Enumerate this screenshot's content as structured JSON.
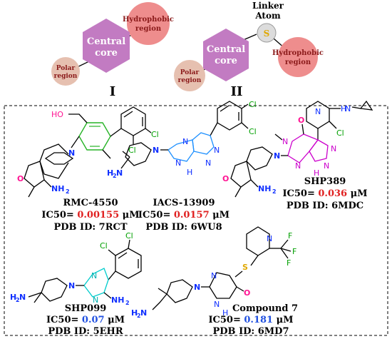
{
  "scaffold_I": {
    "core": "Central core",
    "hydrophobic": "Hydrophobic region",
    "polar": "Polar region",
    "label": "I"
  },
  "scaffold_II": {
    "linker_title_1": "Linker",
    "linker_title_2": "Atom",
    "linker_atom": "S",
    "core": "Central core",
    "hydrophobic": "Hydrophobic region",
    "polar": "Polar region",
    "label": "II"
  },
  "colors": {
    "core_fill": "#c27bc2",
    "hydrophobic_fill": "#ee8d8d",
    "polar_fill": "#e6c0b0",
    "linker_fill": "#dcdcdc",
    "linker_text": "#e0a800",
    "ic50_red": "#e02020",
    "ic50_blue": "#2050e0"
  },
  "compounds": [
    {
      "name": "RMC-4550",
      "ic50_prefix": "IC50= ",
      "ic50_value": "0.00155",
      "ic50_unit": " μM",
      "pdb": "PDB ID: 7RCT",
      "value_color": "red"
    },
    {
      "name": "IACS-13909",
      "ic50_prefix": "IC50= ",
      "ic50_value": "0.0157",
      "ic50_unit": " μM",
      "pdb": "PDB ID: 6WU8",
      "value_color": "red"
    },
    {
      "name": "SHP389",
      "ic50_prefix": "IC50= ",
      "ic50_value": "0.036",
      "ic50_unit": " μM",
      "pdb": "PDB ID: 6MDC",
      "value_color": "red"
    },
    {
      "name": "SHP099",
      "ic50_prefix": "IC50= ",
      "ic50_value": "0.07",
      "ic50_unit": " μM",
      "pdb": "PDB ID: 5EHR",
      "value_color": "blue"
    },
    {
      "name": "Compound 7",
      "ic50_prefix": "IC50= ",
      "ic50_value": "0.181",
      "ic50_unit": " μM",
      "pdb": "PDB ID: 6MD7",
      "value_color": "blue"
    }
  ],
  "atoms": {
    "ho": "HO",
    "n": "N",
    "cl": "Cl",
    "o": "O",
    "nh2": "NH",
    "nh2_sub": "2",
    "hn": "HN",
    "nh": "NH",
    "h2n": "H",
    "h2n_sub": "2",
    "h2n_n": "N",
    "s": "S",
    "f": "F",
    "h": "H"
  }
}
